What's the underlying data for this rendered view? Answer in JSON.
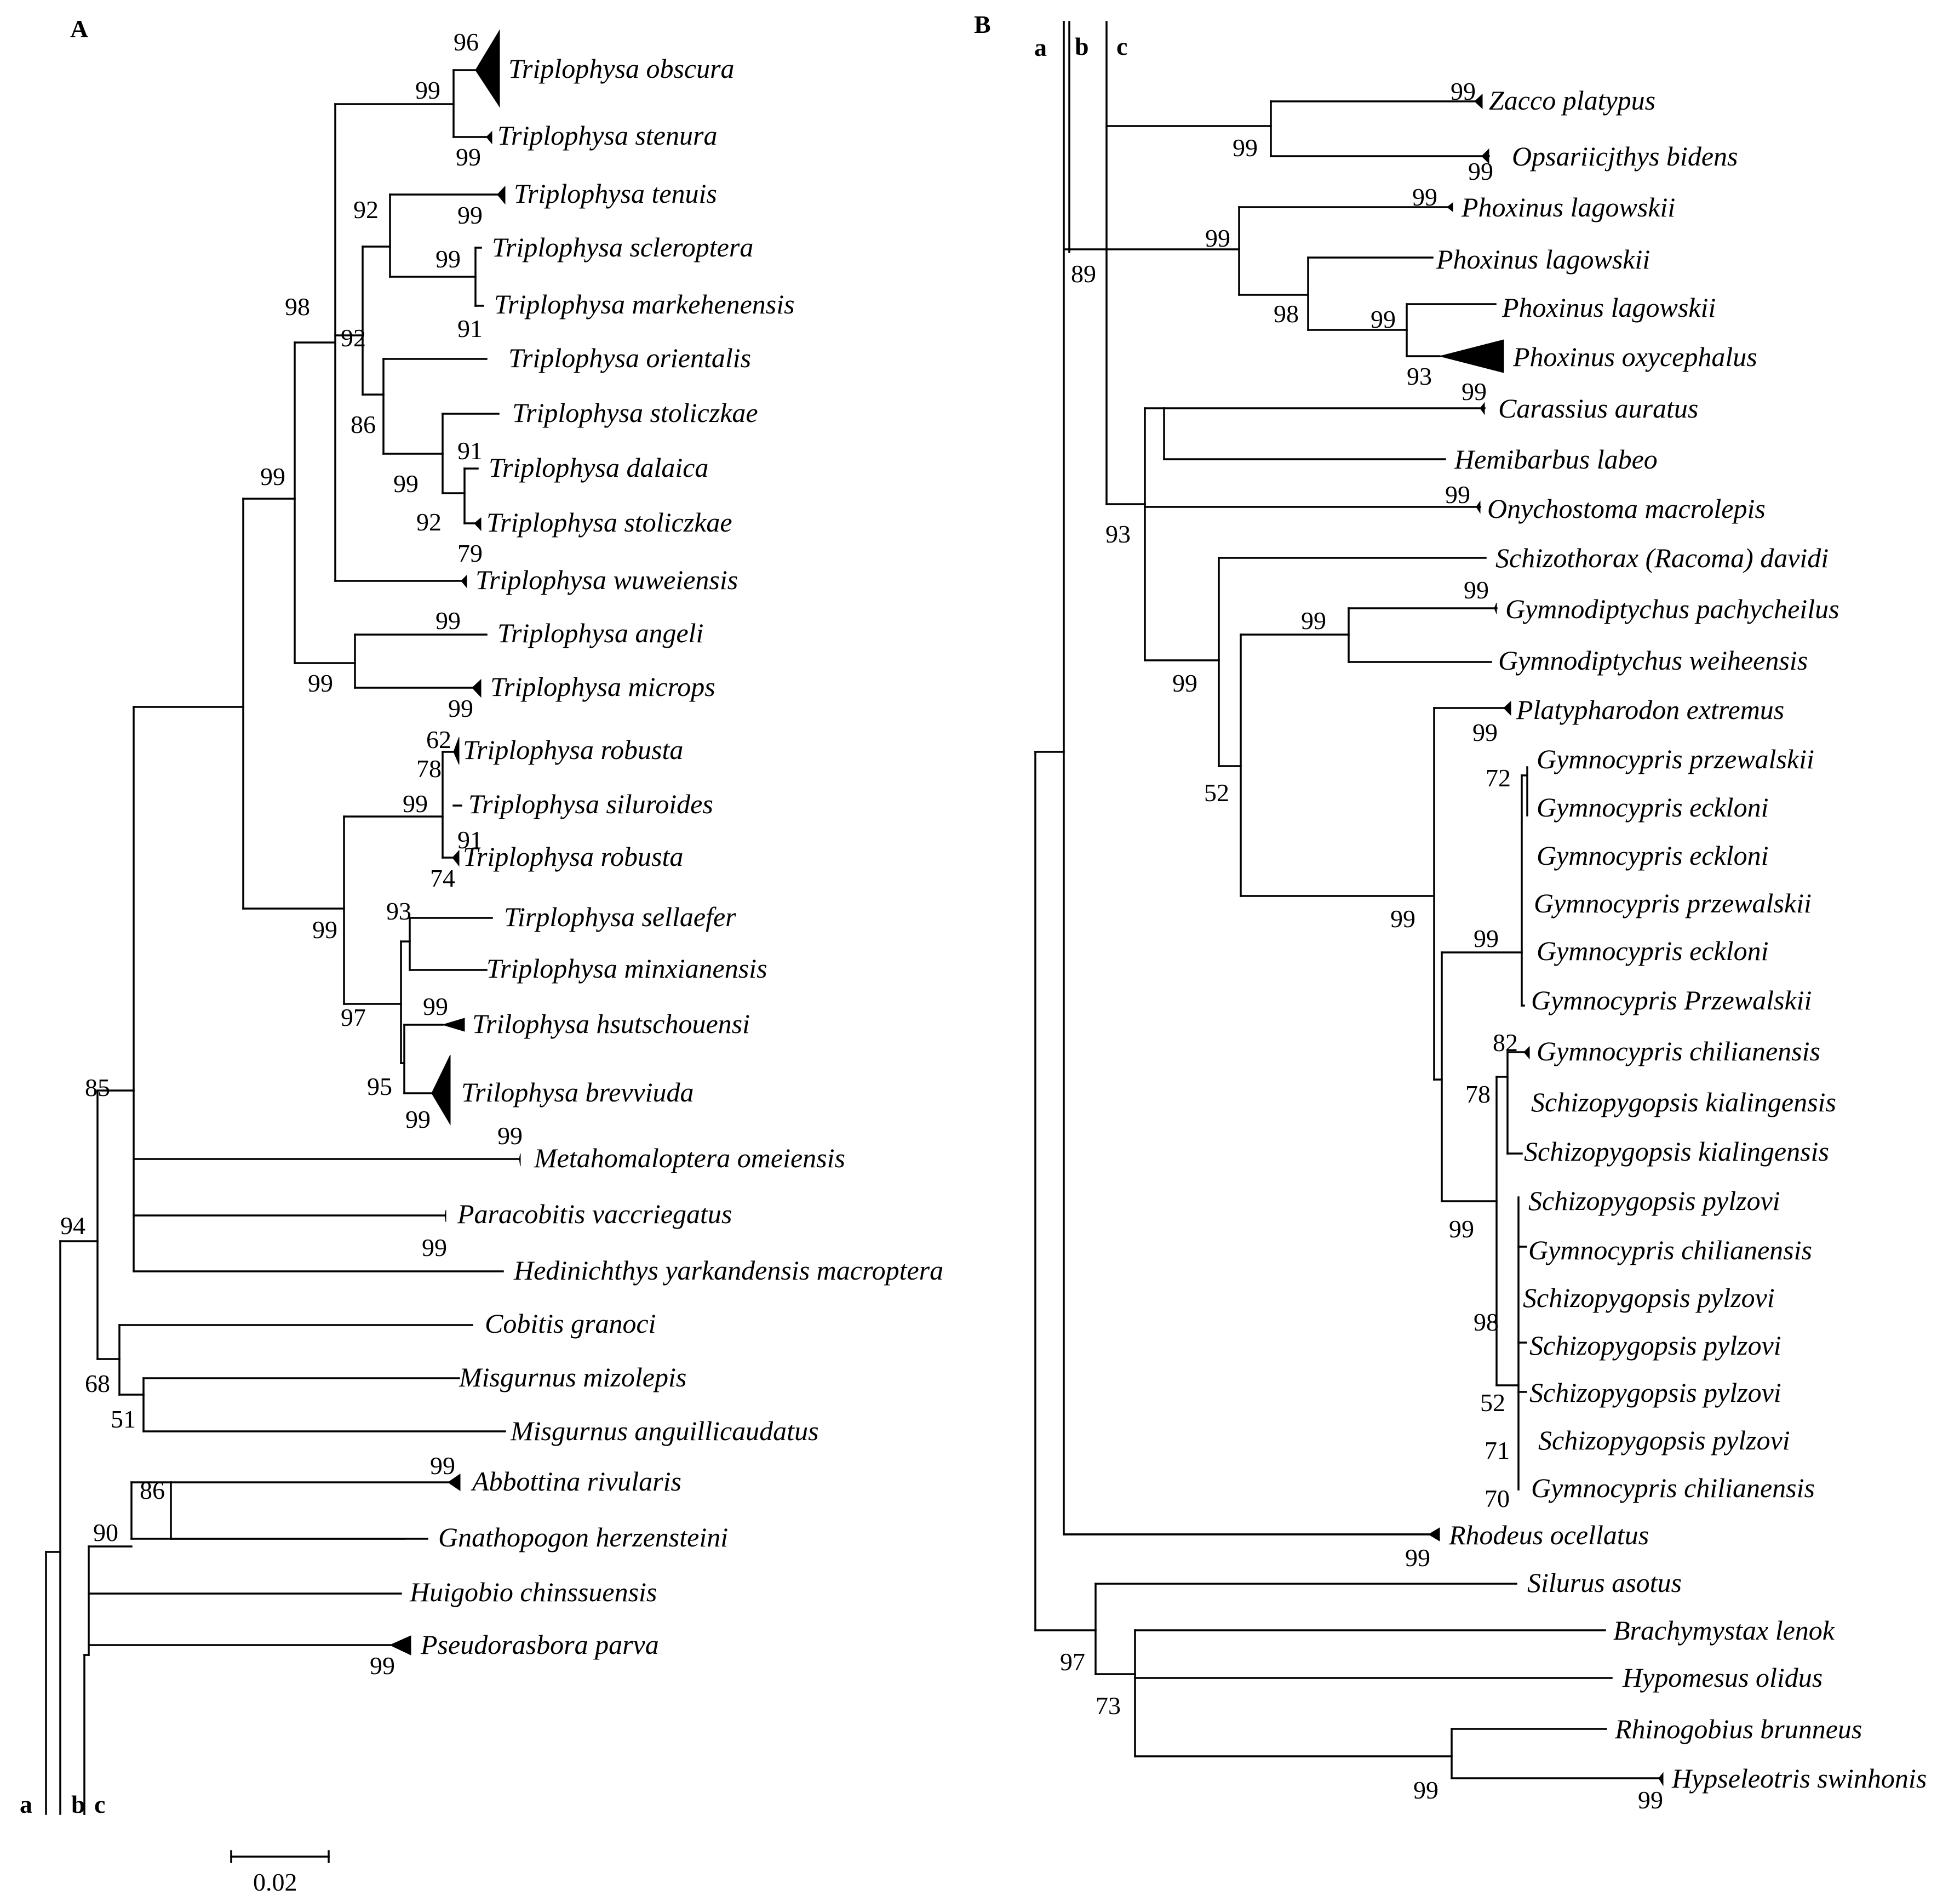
{
  "figure": {
    "panel_a_label": "A",
    "panel_b_label": "B",
    "scale_bar_label": "0.02"
  },
  "tree_a": {
    "taxa": [
      "Triplophysa obscura",
      "Triplophysa stenura",
      "Triplophysa tenuis",
      "Triplophysa scleroptera",
      "Triplophysa markehenensis",
      "Triplophysa orientalis",
      "Triplophysa stoliczkae",
      "Triplophysa dalaica",
      "Triplophysa stoliczkae",
      "Triplophysa wuweiensis",
      "Triplophysa angeli",
      "Triplophysa microps",
      "Triplophysa robusta",
      "Triplophysa siluroides",
      "Triplophysa robusta",
      "Tirplophysa sellaefer",
      "Triplophysa minxianensis",
      "Trilophysa hsutschouensi",
      "Trilophysa brevviuda",
      "Metahomaloptera omeiensis",
      "Paracobitis vaccriegatus",
      "Hedinichthys yarkandensis macroptera",
      "Cobitis granoci",
      "Misgurnus mizolepis",
      "Misgurnus anguillicaudatus",
      "Abbottina rivularis",
      "Gnathopogon herzensteini",
      "Huigobio chinssuensis",
      "Pseudorasbora parva"
    ],
    "support": [
      "96",
      "99",
      "99",
      "99",
      "92",
      "99",
      "91",
      "98",
      "92",
      "86",
      "91",
      "99",
      "92",
      "79",
      "99",
      "99",
      "99",
      "99",
      "62",
      "78",
      "99",
      "91",
      "74",
      "99",
      "93",
      "97",
      "99",
      "95",
      "99",
      "85",
      "99",
      "99",
      "94",
      "68",
      "51",
      "86",
      "99",
      "90",
      "99"
    ],
    "group_labels": [
      "a",
      "b",
      "c"
    ]
  },
  "tree_b": {
    "taxa": [
      "Zacco platypus",
      "Opsariicjthys bidens",
      "Phoxinus lagowskii",
      "Phoxinus lagowskii",
      "Phoxinus lagowskii",
      "Phoxinus oxycephalus",
      "Carassius auratus",
      "Hemibarbus labeo",
      "Onychostoma macrolepis",
      "Schizothorax (Racoma) davidi",
      "Gymnodiptychus pachycheilus",
      "Gymnodiptychus weiheensis",
      "Platypharodon extremus",
      "Gymnocypris przewalskii",
      "Gymnocypris eckloni",
      "Gymnocypris eckloni",
      "Gymnocypris przewalskii",
      "Gymnocypris eckloni",
      "Gymnocypris Przewalskii",
      "Gymnocypris chilianensis",
      "Schizopygopsis kialingensis",
      "Schizopygopsis kialingensis",
      "Schizopygopsis pylzovi",
      "Gymnocypris chilianensis",
      "Schizopygopsis pylzovi",
      "Schizopygopsis pylzovi",
      "Schizopygopsis pylzovi",
      "Schizopygopsis pylzovi",
      "Gymnocypris chilianensis",
      "Rhodeus ocellatus",
      "Silurus asotus",
      "Brachymystax lenok",
      "Hypomesus olidus",
      "Rhinogobius brunneus",
      "Hypseleotris swinhonis"
    ],
    "support": [
      "99",
      "99",
      "99",
      "89",
      "99",
      "99",
      "98",
      "99",
      "93",
      "99",
      "99",
      "93",
      "99",
      "99",
      "52",
      "99",
      "99",
      "99",
      "72",
      "99",
      "82",
      "78",
      "99",
      "98",
      "52",
      "71",
      "70",
      "99",
      "97",
      "73",
      "99",
      "99"
    ],
    "group_labels": [
      "a",
      "b",
      "c"
    ]
  }
}
